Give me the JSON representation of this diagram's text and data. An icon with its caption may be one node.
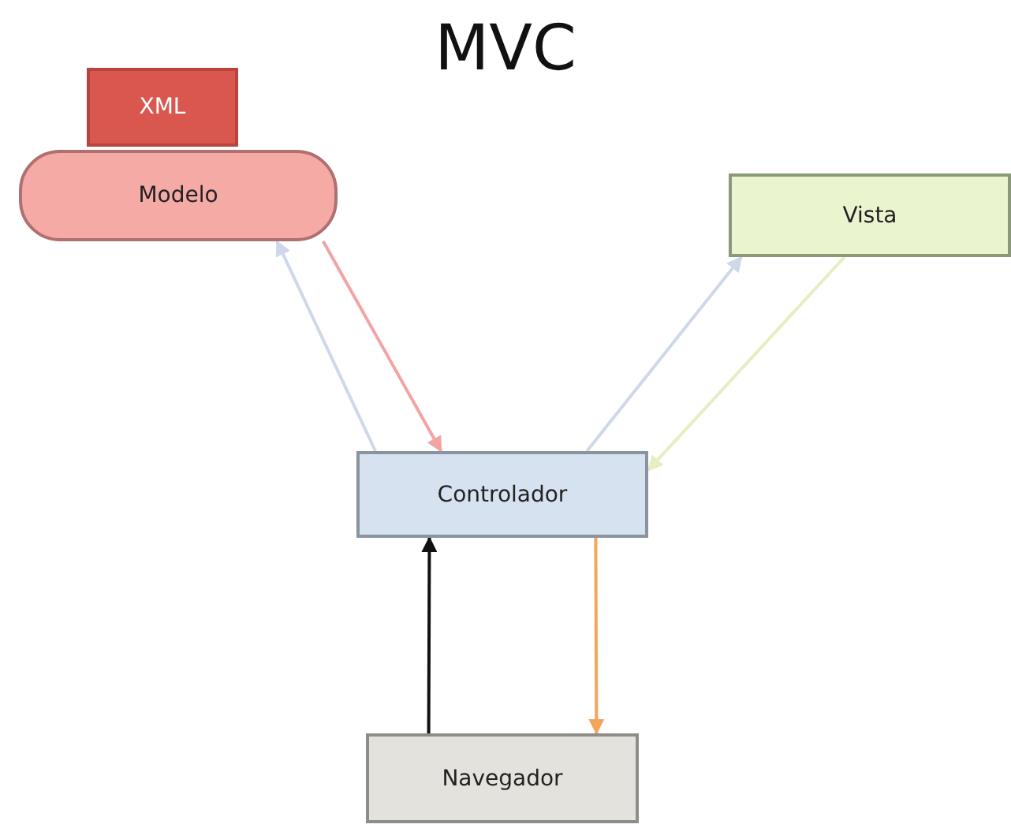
{
  "diagram": {
    "title": "MVC",
    "nodes": [
      {
        "text": [
          "XML"
        ]
      },
      {
        "text": [
          "Modelo"
        ]
      },
      {
        "text": [
          "Vista"
        ]
      },
      {
        "text": [
          "Controlador"
        ]
      },
      {
        "text": [
          "Navegador"
        ]
      }
    ],
    "edges": [
      {
        "from": 3,
        "to": 1,
        "arrow": "to",
        "color": "#cfd8e8"
      },
      {
        "from": 1,
        "to": 3,
        "arrow": "to",
        "color": "#f2a3a3"
      },
      {
        "from": 3,
        "to": 2,
        "arrow": "to",
        "color": "#cfd8e8"
      },
      {
        "from": 2,
        "to": 3,
        "arrow": "to",
        "color": "#e4efc2"
      },
      {
        "from": 4,
        "to": 3,
        "arrow": "to",
        "color": "#111111"
      },
      {
        "from": 3,
        "to": 4,
        "arrow": "to",
        "color": "#f5a55a"
      }
    ]
  }
}
